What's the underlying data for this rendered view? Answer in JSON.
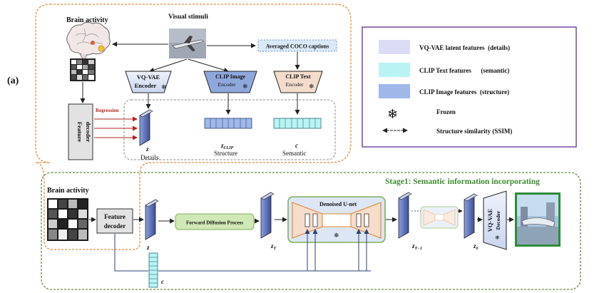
{
  "panel_label": "(a)",
  "top": {
    "brain_activity": "Brain activity",
    "visual_stimuli": "Visual stimuli",
    "averaged_captions": "Averaged COCO captions",
    "vqvae_encoder": [
      "VQ-VAE",
      "Encoder"
    ],
    "clip_image_encoder": [
      "CLIP Image",
      "Encoder"
    ],
    "clip_text_encoder": [
      "CLIP Text",
      "Encoder"
    ],
    "regression": "Regression",
    "feature_decoder": [
      "Feature",
      "decoder"
    ],
    "z_label": "z",
    "z_caption": "Details",
    "zclip_label": "z",
    "zclip_sub": "CLIP",
    "zclip_caption": "Structure",
    "c_label": "c",
    "c_caption": "Semantic"
  },
  "legend": {
    "items": [
      {
        "label": "VQ-VAE latent features  (details)",
        "color": "#dcdcf5"
      },
      {
        "label": "CLIP Text features      (semantic)",
        "color": "#b9f3f3"
      },
      {
        "label": "CLIP Image features  (structure)",
        "color": "#9fb8e8"
      },
      {
        "label": "Frozen",
        "icon": "snowflake-icon"
      },
      {
        "label": "Structure similarity (SSIM)",
        "icon": "double-arrow-icon"
      }
    ]
  },
  "bottom": {
    "stage_title": "Stage1:  Semantic information incorporating",
    "brain_activity": "Brain activity",
    "feature_decoder": [
      "Feature",
      "decoder"
    ],
    "forward_diffusion": "Forward Diffusion Process",
    "denoised_unet": "Denoised U-net",
    "vqvae_decoder": [
      "VQ-VAE",
      "Decoder"
    ],
    "z_label": "z",
    "zT_label": "z",
    "zT_sub": "T",
    "zT1_label": "z",
    "zT1_sub": "T−1",
    "z0_label": "z",
    "z0_sub": "0",
    "c_label": "c"
  },
  "colors": {
    "orange_dashed": "#e08a3c",
    "green_dashed": "#5a8f3a",
    "purple_border": "#6a3d9a",
    "vq_blue": "#5b6fb5",
    "clip_text": "#b9f3f3",
    "clip_image": "#9fb8e8",
    "fdp_green": "#cfe8b5",
    "unet_fill": "#dde6f5"
  }
}
